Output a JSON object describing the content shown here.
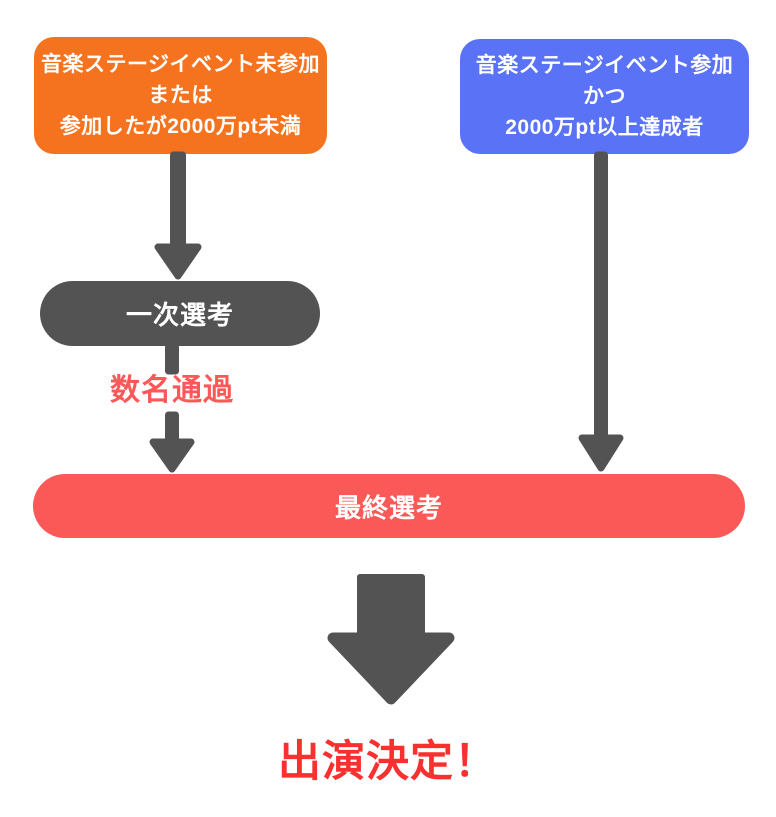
{
  "diagram": {
    "left_box": {
      "line1": "音楽ステージイベント未参加",
      "line2": "または",
      "line3": "参加したが2000万pt未満"
    },
    "right_box": {
      "line1": "音楽ステージイベント参加",
      "line2": "かつ",
      "line3": "2000万pt以上達成者"
    },
    "primary_pill_label": "一次選考",
    "pass_label": "数名通過",
    "final_pill_label": "最終選考",
    "result_label": "出演決定！"
  },
  "colors": {
    "orange": "#F5721E",
    "blue": "#5A73F6",
    "dark_gray": "#535353",
    "red_pill": "#FB5858",
    "result_red": "#F93030",
    "text_white": "#FFFFFF",
    "background": "#FFFFFF"
  }
}
